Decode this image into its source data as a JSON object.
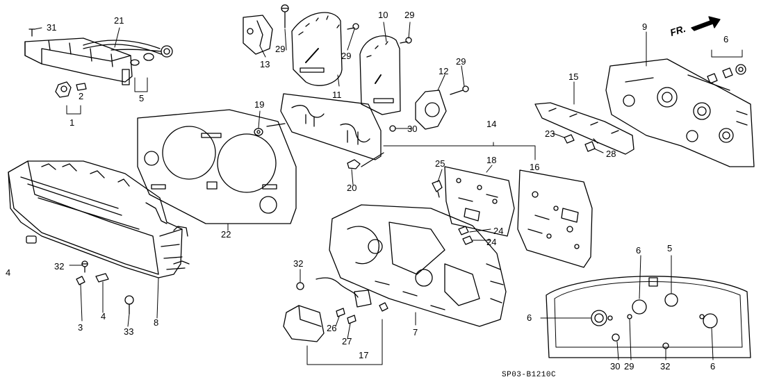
{
  "diagram": {
    "code": "SP03-B1210C",
    "direction_label": "FR.",
    "labels": [
      {
        "id": "31",
        "text": "31"
      },
      {
        "id": "21",
        "text": "21"
      },
      {
        "id": "2",
        "text": "2"
      },
      {
        "id": "1",
        "text": "1"
      },
      {
        "id": "5a",
        "text": "5"
      },
      {
        "id": "13",
        "text": "13"
      },
      {
        "id": "29a",
        "text": "29"
      },
      {
        "id": "11",
        "text": "11"
      },
      {
        "id": "29b",
        "text": "29"
      },
      {
        "id": "10",
        "text": "10"
      },
      {
        "id": "29c",
        "text": "29"
      },
      {
        "id": "12",
        "text": "12"
      },
      {
        "id": "29d",
        "text": "29"
      },
      {
        "id": "9",
        "text": "9"
      },
      {
        "id": "6a",
        "text": "6"
      },
      {
        "id": "15",
        "text": "15"
      },
      {
        "id": "19",
        "text": "19"
      },
      {
        "id": "30a",
        "text": "30"
      },
      {
        "id": "14",
        "text": "14"
      },
      {
        "id": "23",
        "text": "23"
      },
      {
        "id": "28",
        "text": "28"
      },
      {
        "id": "25",
        "text": "25"
      },
      {
        "id": "18",
        "text": "18"
      },
      {
        "id": "16",
        "text": "16"
      },
      {
        "id": "20",
        "text": "20"
      },
      {
        "id": "22",
        "text": "22"
      },
      {
        "id": "24a",
        "text": "24"
      },
      {
        "id": "24b",
        "text": "24"
      },
      {
        "id": "4a",
        "text": "4"
      },
      {
        "id": "32a",
        "text": "32"
      },
      {
        "id": "3",
        "text": "3"
      },
      {
        "id": "4b",
        "text": "4"
      },
      {
        "id": "33",
        "text": "33"
      },
      {
        "id": "8",
        "text": "8"
      },
      {
        "id": "32b",
        "text": "32"
      },
      {
        "id": "26",
        "text": "26"
      },
      {
        "id": "27",
        "text": "27"
      },
      {
        "id": "17",
        "text": "17"
      },
      {
        "id": "7",
        "text": "7"
      },
      {
        "id": "6b",
        "text": "6"
      },
      {
        "id": "5b",
        "text": "5"
      },
      {
        "id": "6c",
        "text": "6"
      },
      {
        "id": "6d",
        "text": "6"
      },
      {
        "id": "30b",
        "text": "30"
      },
      {
        "id": "29e",
        "text": "29"
      },
      {
        "id": "32c",
        "text": "32"
      }
    ]
  }
}
